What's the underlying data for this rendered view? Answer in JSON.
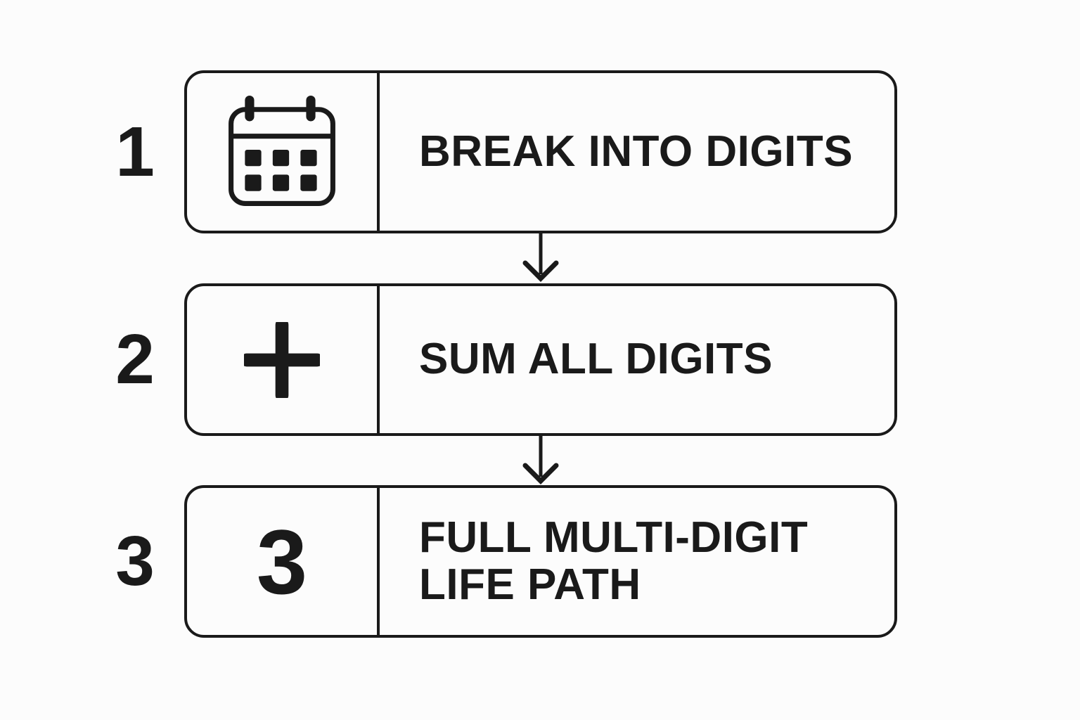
{
  "colors": {
    "ink": "#1a1a1a",
    "bg": "#fcfcfc"
  },
  "diagram": {
    "name": "life-path-calculation-flow",
    "steps": [
      {
        "number": "1",
        "icon": "calendar-icon",
        "label": "BREAK INTO DIGITS"
      },
      {
        "number": "2",
        "icon": "plus-icon",
        "label": "SUM ALL DIGITS"
      },
      {
        "number": "3",
        "icon": "numeral-3-glyph",
        "icon_text": "3",
        "label": "FULL MULTI-DIGIT LIFE PATH"
      }
    ],
    "connectors": [
      {
        "from": "step-1",
        "to": "step-2",
        "icon": "arrow-down-icon"
      },
      {
        "from": "step-2",
        "to": "step-3",
        "icon": "arrow-down-icon"
      }
    ]
  }
}
